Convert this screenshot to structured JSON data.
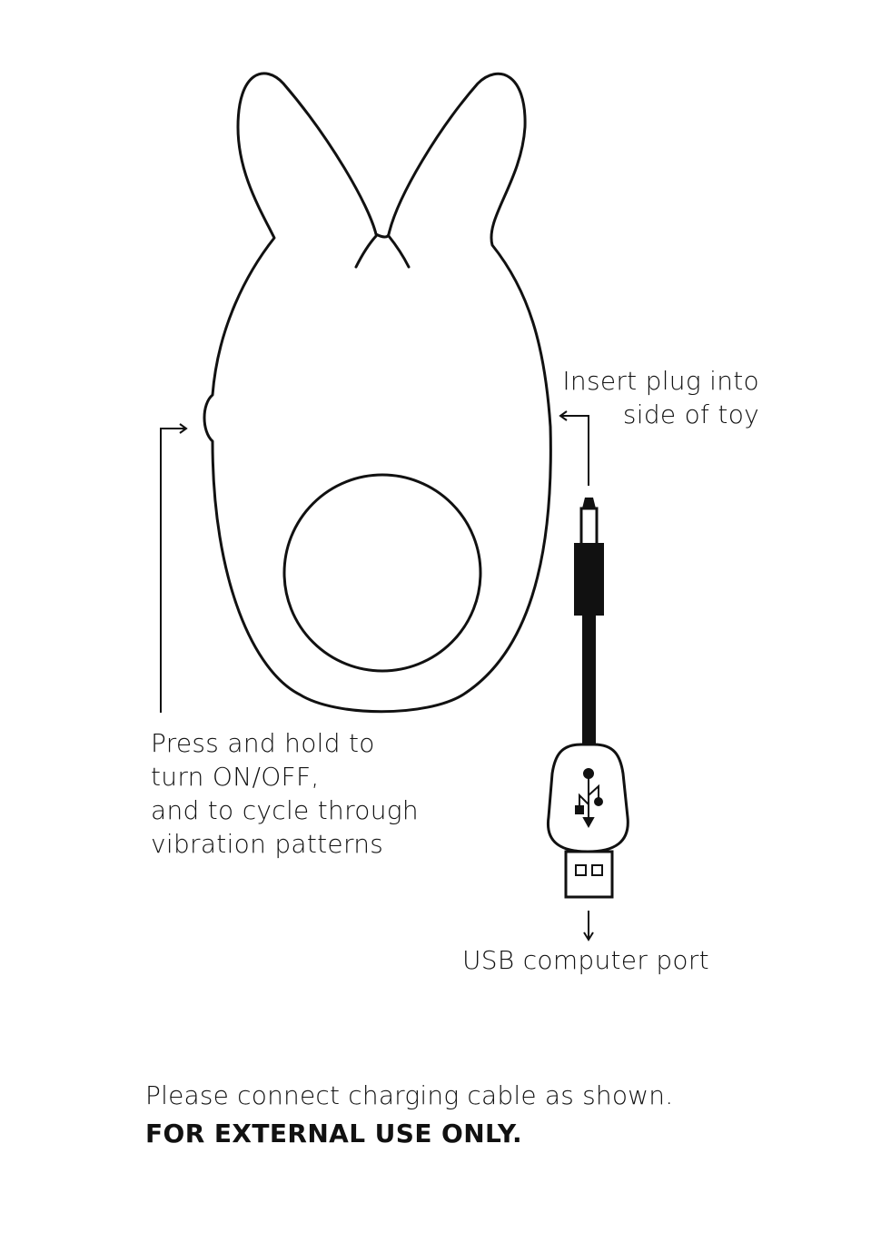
{
  "diagram": {
    "insert_label": [
      "Insert plug into",
      "side of toy"
    ],
    "button_label": [
      "Press and hold to",
      "turn ON/OFF,",
      "and to cycle through",
      "vibration patterns"
    ],
    "usb_label": "USB computer port"
  },
  "footer": {
    "instruction": "Please connect charging cable as shown.",
    "warning": "FOR EXTERNAL USE ONLY."
  },
  "icons": [
    "bunny-toy-outline",
    "charging-plug",
    "usb-connector",
    "usb-symbol-icon"
  ],
  "colors": {
    "ink": "#111111",
    "background": "#ffffff"
  }
}
